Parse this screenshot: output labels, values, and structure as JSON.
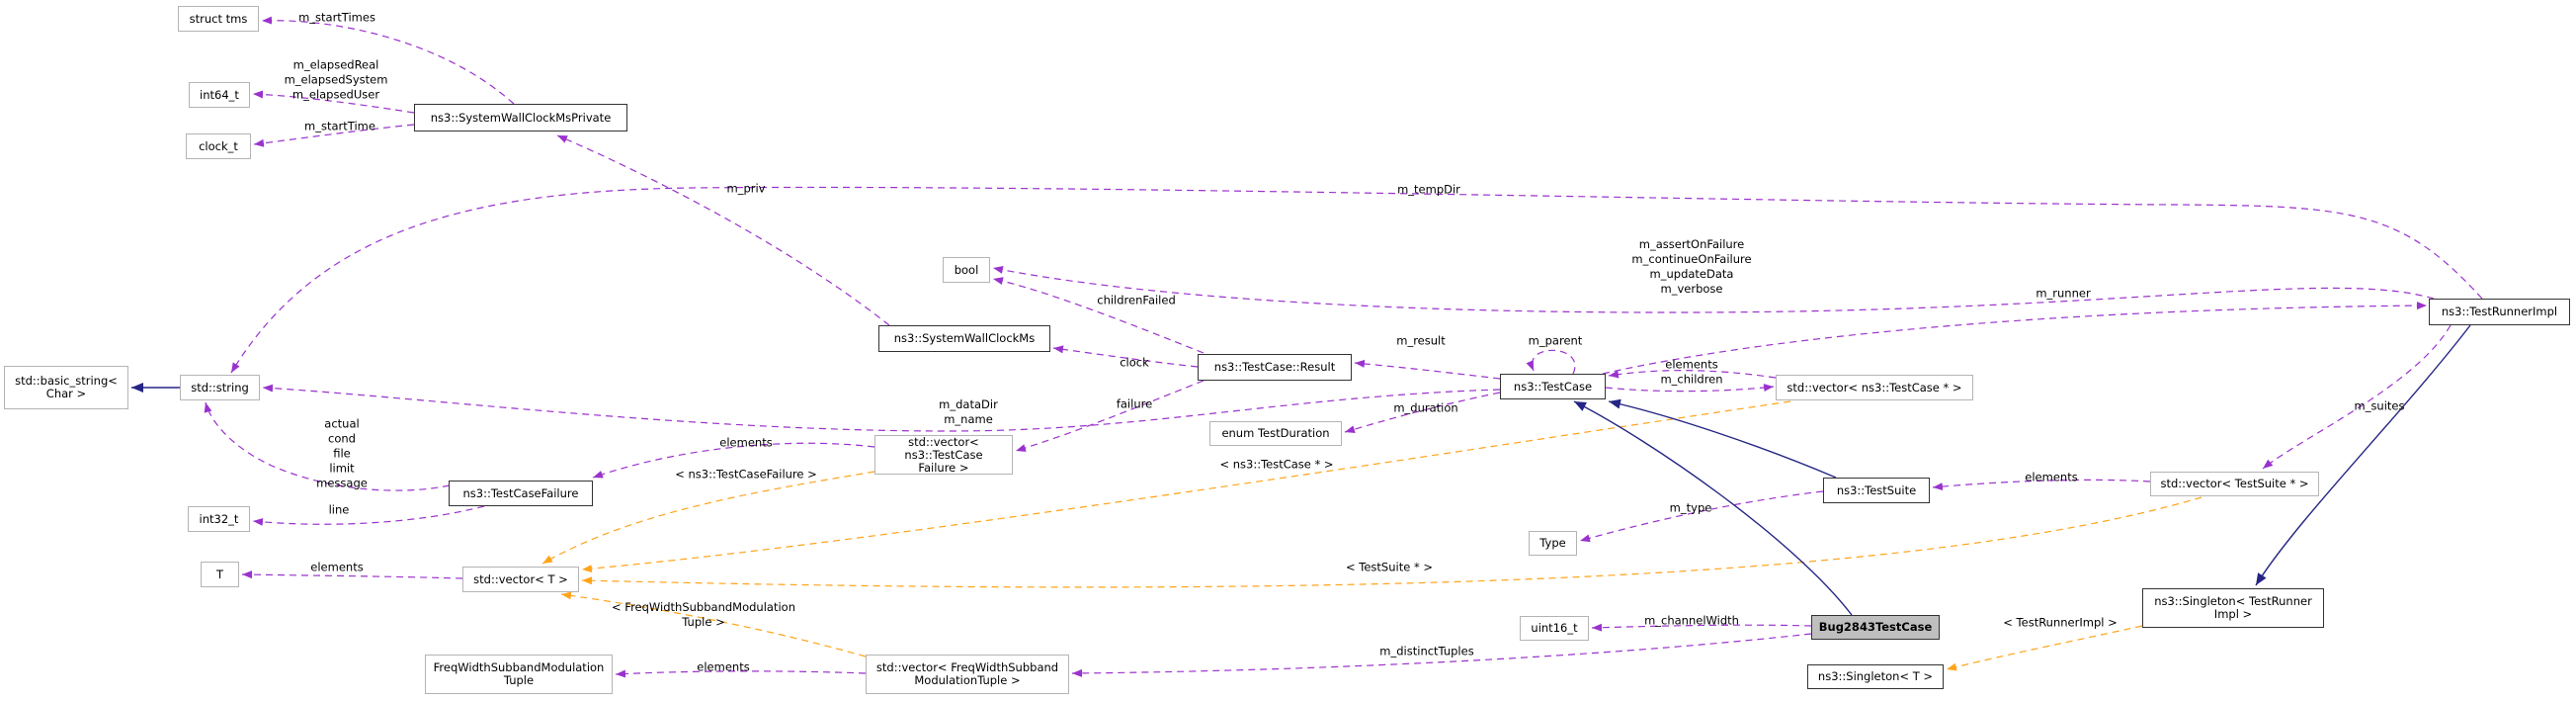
{
  "diagram": {
    "type": "doxygen-collaboration-graph",
    "highlighted_node": "Bug2843TestCase",
    "colors": {
      "member_edge": "#9a32cd",
      "template_edge": "#ffa319",
      "inheritance_edge": "#252585",
      "node_border_light": "#b4b4b4",
      "node_border_bold": "#333333",
      "highlight_fill": "#bfbfbf",
      "background": "#ffffff",
      "text": "#000000"
    },
    "nodes": {
      "tms": {
        "label": "struct tms"
      },
      "int64": {
        "label": "int64_t"
      },
      "clockt": {
        "label": "clock_t"
      },
      "swcmp": {
        "label": "ns3::SystemWallClockMsPrivate"
      },
      "bool": {
        "label": "bool"
      },
      "swcm": {
        "label": "ns3::SystemWallClockMs"
      },
      "result": {
        "label": "ns3::TestCase::Result"
      },
      "testcase": {
        "label": "ns3::TestCase"
      },
      "vec_testcase": {
        "label": "std::vector< ns3::TestCase * >"
      },
      "runner": {
        "label": "ns3::TestRunnerImpl"
      },
      "basic_string": {
        "label": "std::basic_string<\nChar >"
      },
      "string": {
        "label": "std::string"
      },
      "tcf": {
        "label": "ns3::TestCaseFailure"
      },
      "vec_tcf": {
        "label": "std::vector< ns3::TestCase\nFailure >"
      },
      "duration": {
        "label": "enum TestDuration"
      },
      "testsuite": {
        "label": "ns3::TestSuite"
      },
      "vec_testsuite": {
        "label": "std::vector< TestSuite * >"
      },
      "int32": {
        "label": "int32_t"
      },
      "type": {
        "label": "Type"
      },
      "T": {
        "label": "T"
      },
      "vec_T": {
        "label": "std::vector< T >"
      },
      "uint16": {
        "label": "uint16_t"
      },
      "bug": {
        "label": "Bug2843TestCase"
      },
      "singleton_tri": {
        "label": "ns3::Singleton< TestRunner\nImpl >"
      },
      "singleton_t": {
        "label": "ns3::Singleton< T >"
      },
      "fwsmt": {
        "label": "FreqWidthSubbandModulation\nTuple"
      },
      "vec_fwsmt": {
        "label": "std::vector< FreqWidthSubband\nModulationTuple >"
      }
    },
    "labels": {
      "m_startTimes": {
        "text": "m_startTimes"
      },
      "m_elapsed": {
        "text": "m_elapsedReal\nm_elapsedSystem\nm_elapsedUser"
      },
      "m_startTime": {
        "text": "m_startTime"
      },
      "m_priv": {
        "text": "m_priv"
      },
      "m_tempDir": {
        "text": "m_tempDir"
      },
      "m_assert_block": {
        "text": "m_assertOnFailure\nm_continueOnFailure\nm_updateData\nm_verbose"
      },
      "childrenFailed": {
        "text": "childrenFailed"
      },
      "m_runner": {
        "text": "m_runner"
      },
      "clock": {
        "text": "clock"
      },
      "m_result": {
        "text": "m_result"
      },
      "m_parent": {
        "text": "m_parent"
      },
      "elements_testcase": {
        "text": "elements"
      },
      "m_children": {
        "text": "m_children"
      },
      "m_dataDir_m_name": {
        "text": "m_dataDir\nm_name"
      },
      "failure": {
        "text": "failure"
      },
      "m_duration": {
        "text": "m_duration"
      },
      "m_suites": {
        "text": "m_suites"
      },
      "elements_tcf": {
        "text": "elements"
      },
      "tmpl_tcf": {
        "text": "< ns3::TestCaseFailure >"
      },
      "tmpl_testcase": {
        "text": "< ns3::TestCase * >"
      },
      "elements_testsuite": {
        "text": "elements"
      },
      "m_type": {
        "text": "m_type"
      },
      "line": {
        "text": "line"
      },
      "tcf_strings": {
        "text": "actual\ncond\nfile\nlimit\nmessage"
      },
      "elements_T": {
        "text": "elements"
      },
      "tmpl_testsuite": {
        "text": "< TestSuite * >"
      },
      "tmpl_fwsmt": {
        "text": "< FreqWidthSubbandModulation\nTuple >"
      },
      "m_channelWidth": {
        "text": "m_channelWidth"
      },
      "tmpl_singleton": {
        "text": "< TestRunnerImpl >"
      },
      "m_distinctTuples": {
        "text": "m_distinctTuples"
      },
      "elements_fwsmt": {
        "text": "elements"
      }
    }
  }
}
